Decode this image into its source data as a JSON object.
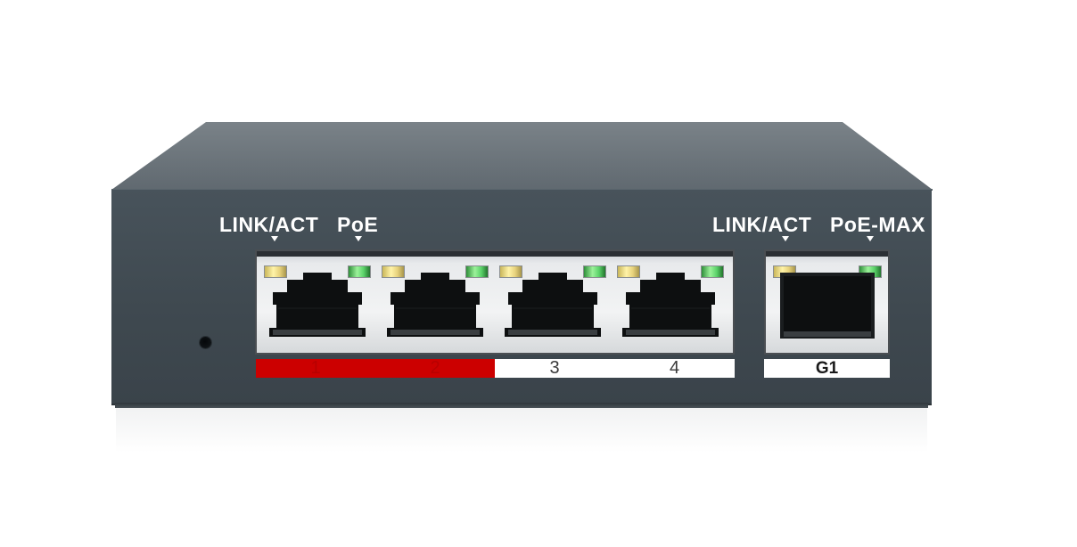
{
  "left_labels": {
    "link_act": "LINK/ACT",
    "poe": "PoE"
  },
  "right_labels": {
    "link_act": "LINK/ACT",
    "poe_max": "PoE-MAX"
  },
  "ports": [
    {
      "number": "1",
      "strip_color": "#cc0000",
      "text_color": "#b80000"
    },
    {
      "number": "2",
      "strip_color": "#cc0000",
      "text_color": "#b80000"
    },
    {
      "number": "3",
      "strip_color": "#ffffff",
      "text_color": "#3a3a3a"
    },
    {
      "number": "4",
      "strip_color": "#ffffff",
      "text_color": "#3a3a3a"
    }
  ],
  "uplink_port": {
    "label": "G1"
  },
  "colors": {
    "chassis_front": "#434d54",
    "chassis_top": "#6d767c",
    "accent_red": "#cc0000",
    "led_amber": "#f2e290",
    "led_green": "#6fe07a"
  },
  "icons": {
    "led_link": "amber-led-icon",
    "led_poe": "green-led-icon",
    "reset": "reset-pinhole-icon"
  }
}
